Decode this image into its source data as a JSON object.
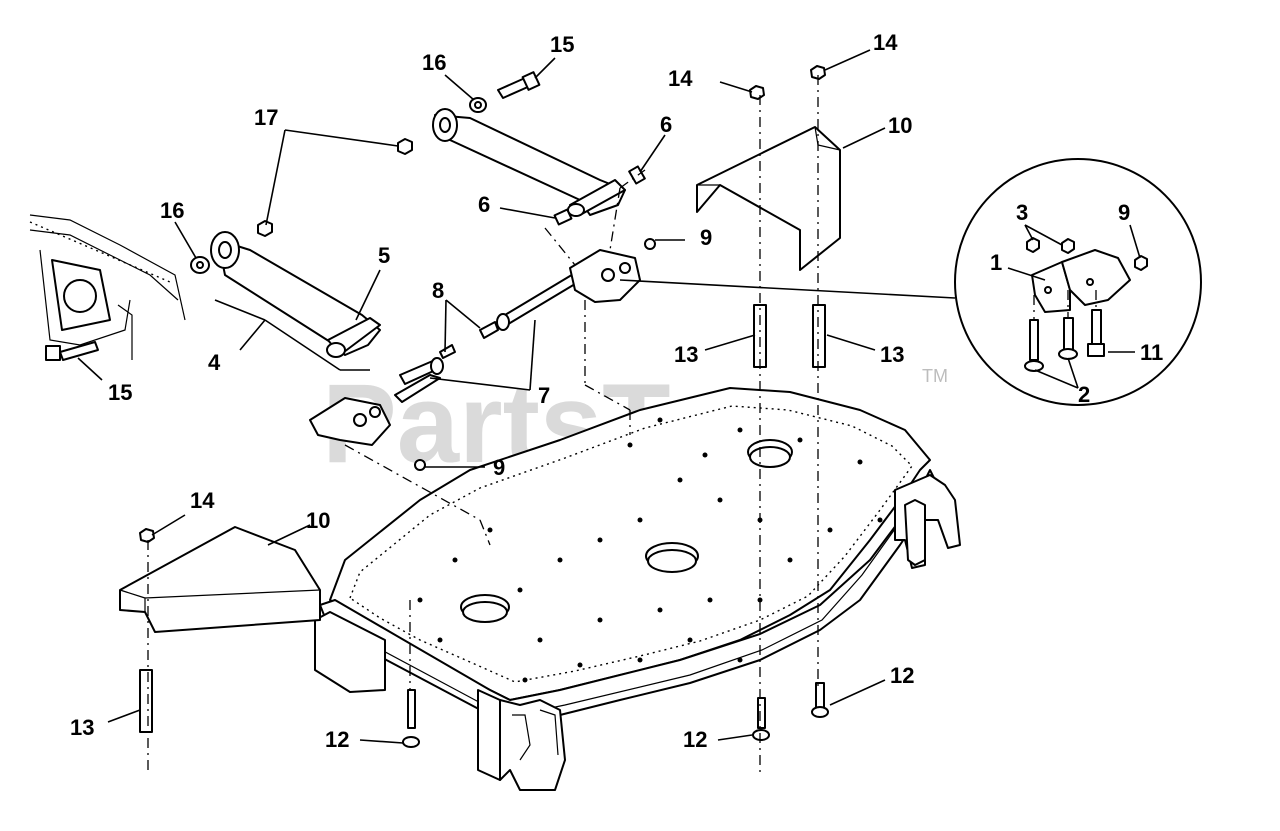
{
  "watermark": {
    "text": "PartsTree",
    "trademark": "TM"
  },
  "callouts": [
    {
      "id": "c15a",
      "text": "15"
    },
    {
      "id": "c16a",
      "text": "16"
    },
    {
      "id": "c17",
      "text": "17"
    },
    {
      "id": "c6a",
      "text": "6"
    },
    {
      "id": "c6b",
      "text": "6"
    },
    {
      "id": "c16b",
      "text": "16"
    },
    {
      "id": "c9a",
      "text": "9"
    },
    {
      "id": "c5",
      "text": "5"
    },
    {
      "id": "c8",
      "text": "8"
    },
    {
      "id": "c4",
      "text": "4"
    },
    {
      "id": "c7",
      "text": "7"
    },
    {
      "id": "c15b",
      "text": "15"
    },
    {
      "id": "c9b",
      "text": "9"
    },
    {
      "id": "c14a",
      "text": "14"
    },
    {
      "id": "c14b",
      "text": "14"
    },
    {
      "id": "c10a",
      "text": "10"
    },
    {
      "id": "c13a",
      "text": "13"
    },
    {
      "id": "c13b",
      "text": "13"
    },
    {
      "id": "c3",
      "text": "3"
    },
    {
      "id": "c9c",
      "text": "9"
    },
    {
      "id": "c1",
      "text": "1"
    },
    {
      "id": "c11",
      "text": "11"
    },
    {
      "id": "c2",
      "text": "2"
    },
    {
      "id": "c14c",
      "text": "14"
    },
    {
      "id": "c10b",
      "text": "10"
    },
    {
      "id": "c13c",
      "text": "13"
    },
    {
      "id": "c12a",
      "text": "12"
    },
    {
      "id": "c12b",
      "text": "12"
    },
    {
      "id": "c12c",
      "text": "12"
    }
  ]
}
